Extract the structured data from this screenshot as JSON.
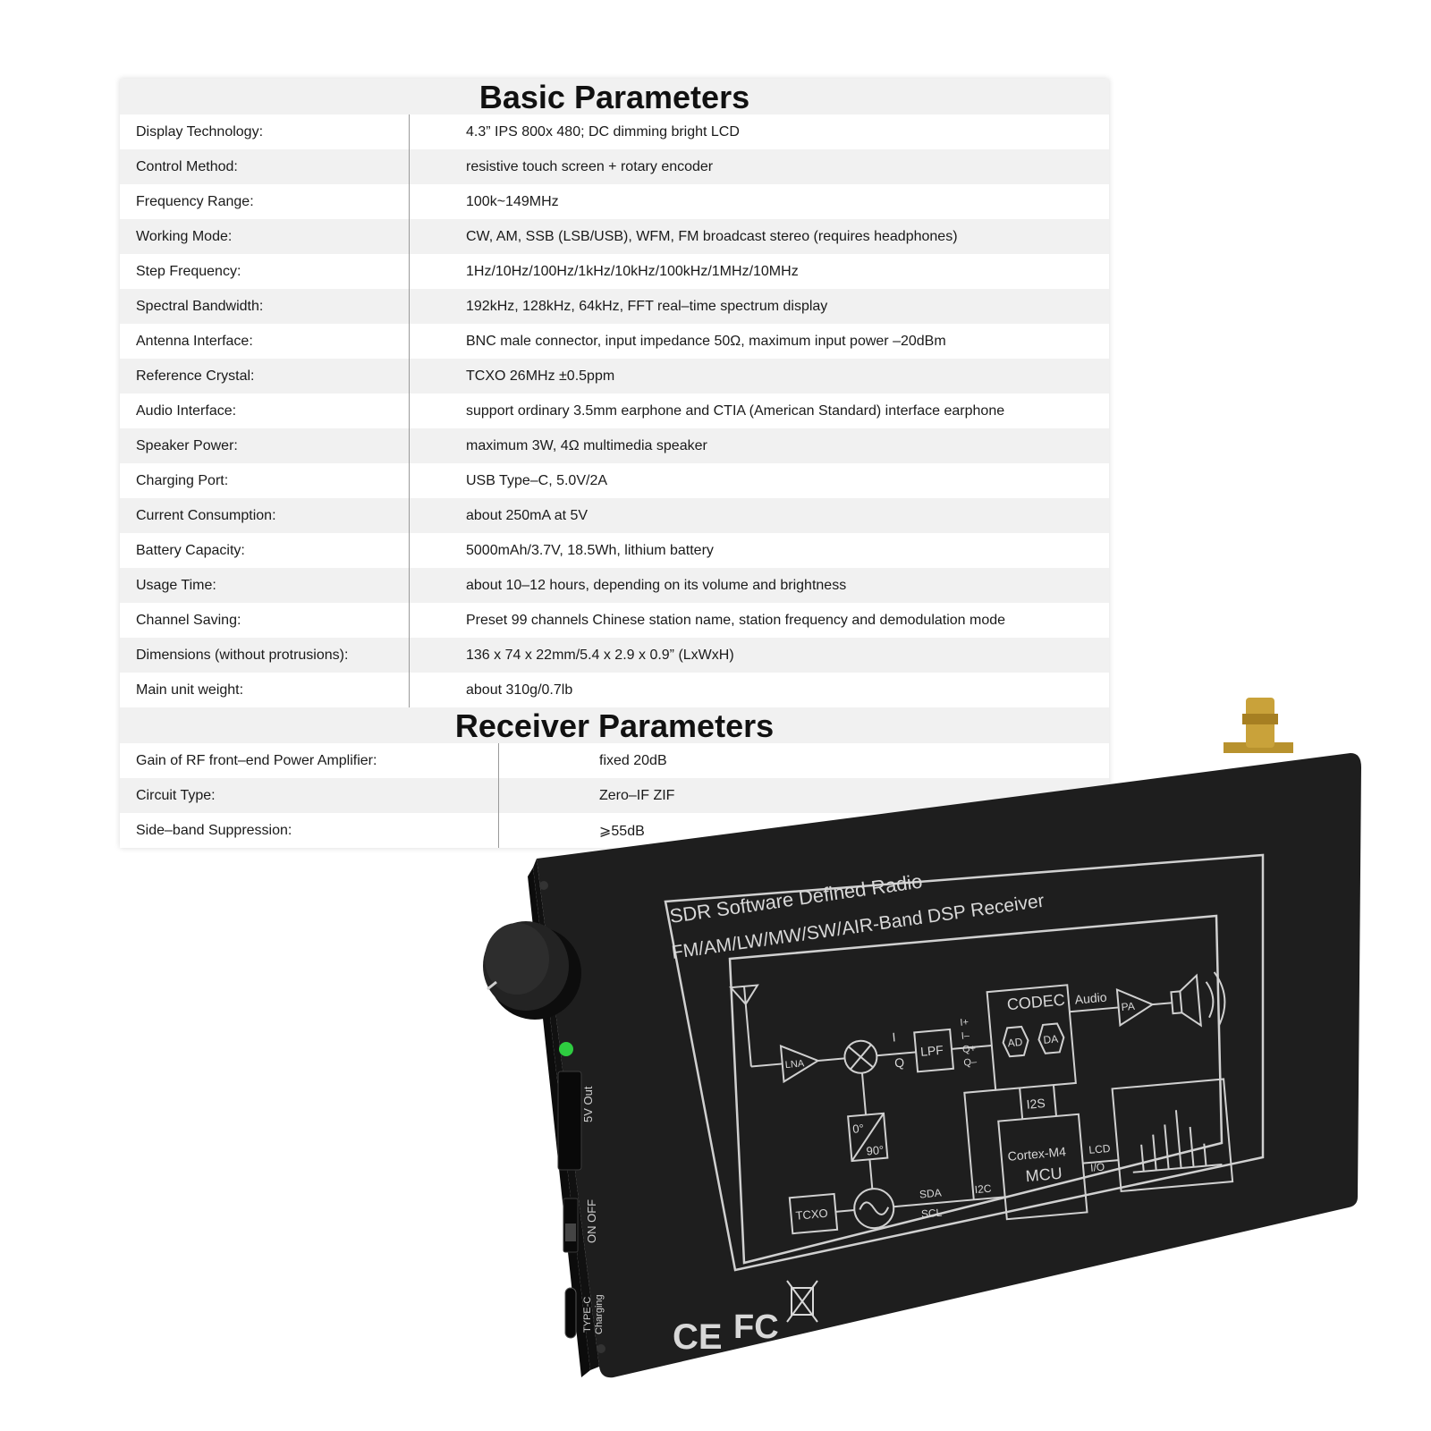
{
  "basic": {
    "title": "Basic Parameters",
    "rows": [
      {
        "label": "Display Technology:",
        "value": "4.3” IPS 800x 480;  DC dimming bright LCD"
      },
      {
        "label": "Control Method:",
        "value": "resistive touch screen + rotary encoder"
      },
      {
        "label": "Frequency Range:",
        "value": "100k~149MHz"
      },
      {
        "label": "Working Mode:",
        "value": "CW, AM, SSB (LSB/USB), WFM, FM broadcast stereo (requires headphones)"
      },
      {
        "label": "Step Frequency:",
        "value": "1Hz/10Hz/100Hz/1kHz/10kHz/100kHz/1MHz/10MHz"
      },
      {
        "label": "Spectral Bandwidth:",
        "value": "192kHz, 128kHz, 64kHz, FFT real–time spectrum display"
      },
      {
        "label": "Antenna Interface:",
        "value": "BNC male connector, input impedance 50Ω, maximum input power –20dBm"
      },
      {
        "label": "Reference Crystal:",
        "value": "TCXO 26MHz ±0.5ppm"
      },
      {
        "label": "Audio Interface:",
        "value": "support ordinary 3.5mm earphone and CTIA (American Standard) interface earphone"
      },
      {
        "label": "Speaker Power:",
        "value": "maximum 3W, 4Ω multimedia speaker"
      },
      {
        "label": "Charging Port:",
        "value": "USB Type–C, 5.0V/2A"
      },
      {
        "label": "Current Consumption:",
        "value": "about 250mA at 5V"
      },
      {
        "label": "Battery Capacity:",
        "value": "5000mAh/3.7V, 18.5Wh, lithium battery"
      },
      {
        "label": "Usage Time:",
        "value": "about 10–12 hours, depending on its volume and brightness"
      },
      {
        "label": "Channel Saving:",
        "value": "Preset 99 channels Chinese station name, station frequency and demodulation mode"
      },
      {
        "label": "Dimensions (without protrusions):",
        "value": "136 x 74 x 22mm/5.4 x 2.9 x 0.9” (LxWxH)"
      },
      {
        "label": "Main unit weight:",
        "value": "about 310g/0.7lb"
      }
    ]
  },
  "receiver": {
    "title": "Receiver Parameters",
    "rows": [
      {
        "label": "Gain of RF front–end Power Amplifier:",
        "value": "fixed 20dB"
      },
      {
        "label": "Circuit Type:",
        "value": "Zero–IF ZIF"
      },
      {
        "label": "Side–band Suppression:",
        "value": "⩾55dB"
      }
    ]
  },
  "device": {
    "line1": "SDR  Software Defined Radio",
    "line2": "FM/AM/LW/MW/SW/AIR-Band DSP Receiver",
    "blocks": {
      "codec": "CODEC",
      "ad": "AD",
      "da": "DA",
      "audio": "Audio",
      "pa": "PA",
      "lna": "LNA",
      "lpf": "LPF",
      "i": "I",
      "q": "Q",
      "ip": "I+",
      "im": "I–",
      "qp": "Q+",
      "qm": "Q–",
      "i2s": "I2S",
      "mcu1": "Cortex-M4",
      "mcu2": "MCU",
      "lcd": "LCD",
      "io": "I/O",
      "i2c": "I2C",
      "sda": "SDA",
      "scl": "SCL",
      "tcxo": "TCXO",
      "phase0": "0°",
      "phase90": "90°"
    },
    "side": {
      "out": "5V Out",
      "onoff": "ON OFF",
      "typec": "TYPE-C",
      "charging": "Charging"
    },
    "marks": {
      "ce": "CE",
      "fcc": "FC"
    },
    "colors": {
      "body": "#1c1c1c",
      "print": "#d8d8d8",
      "led": "#2ecc40",
      "sma": "#c9a23a"
    }
  }
}
